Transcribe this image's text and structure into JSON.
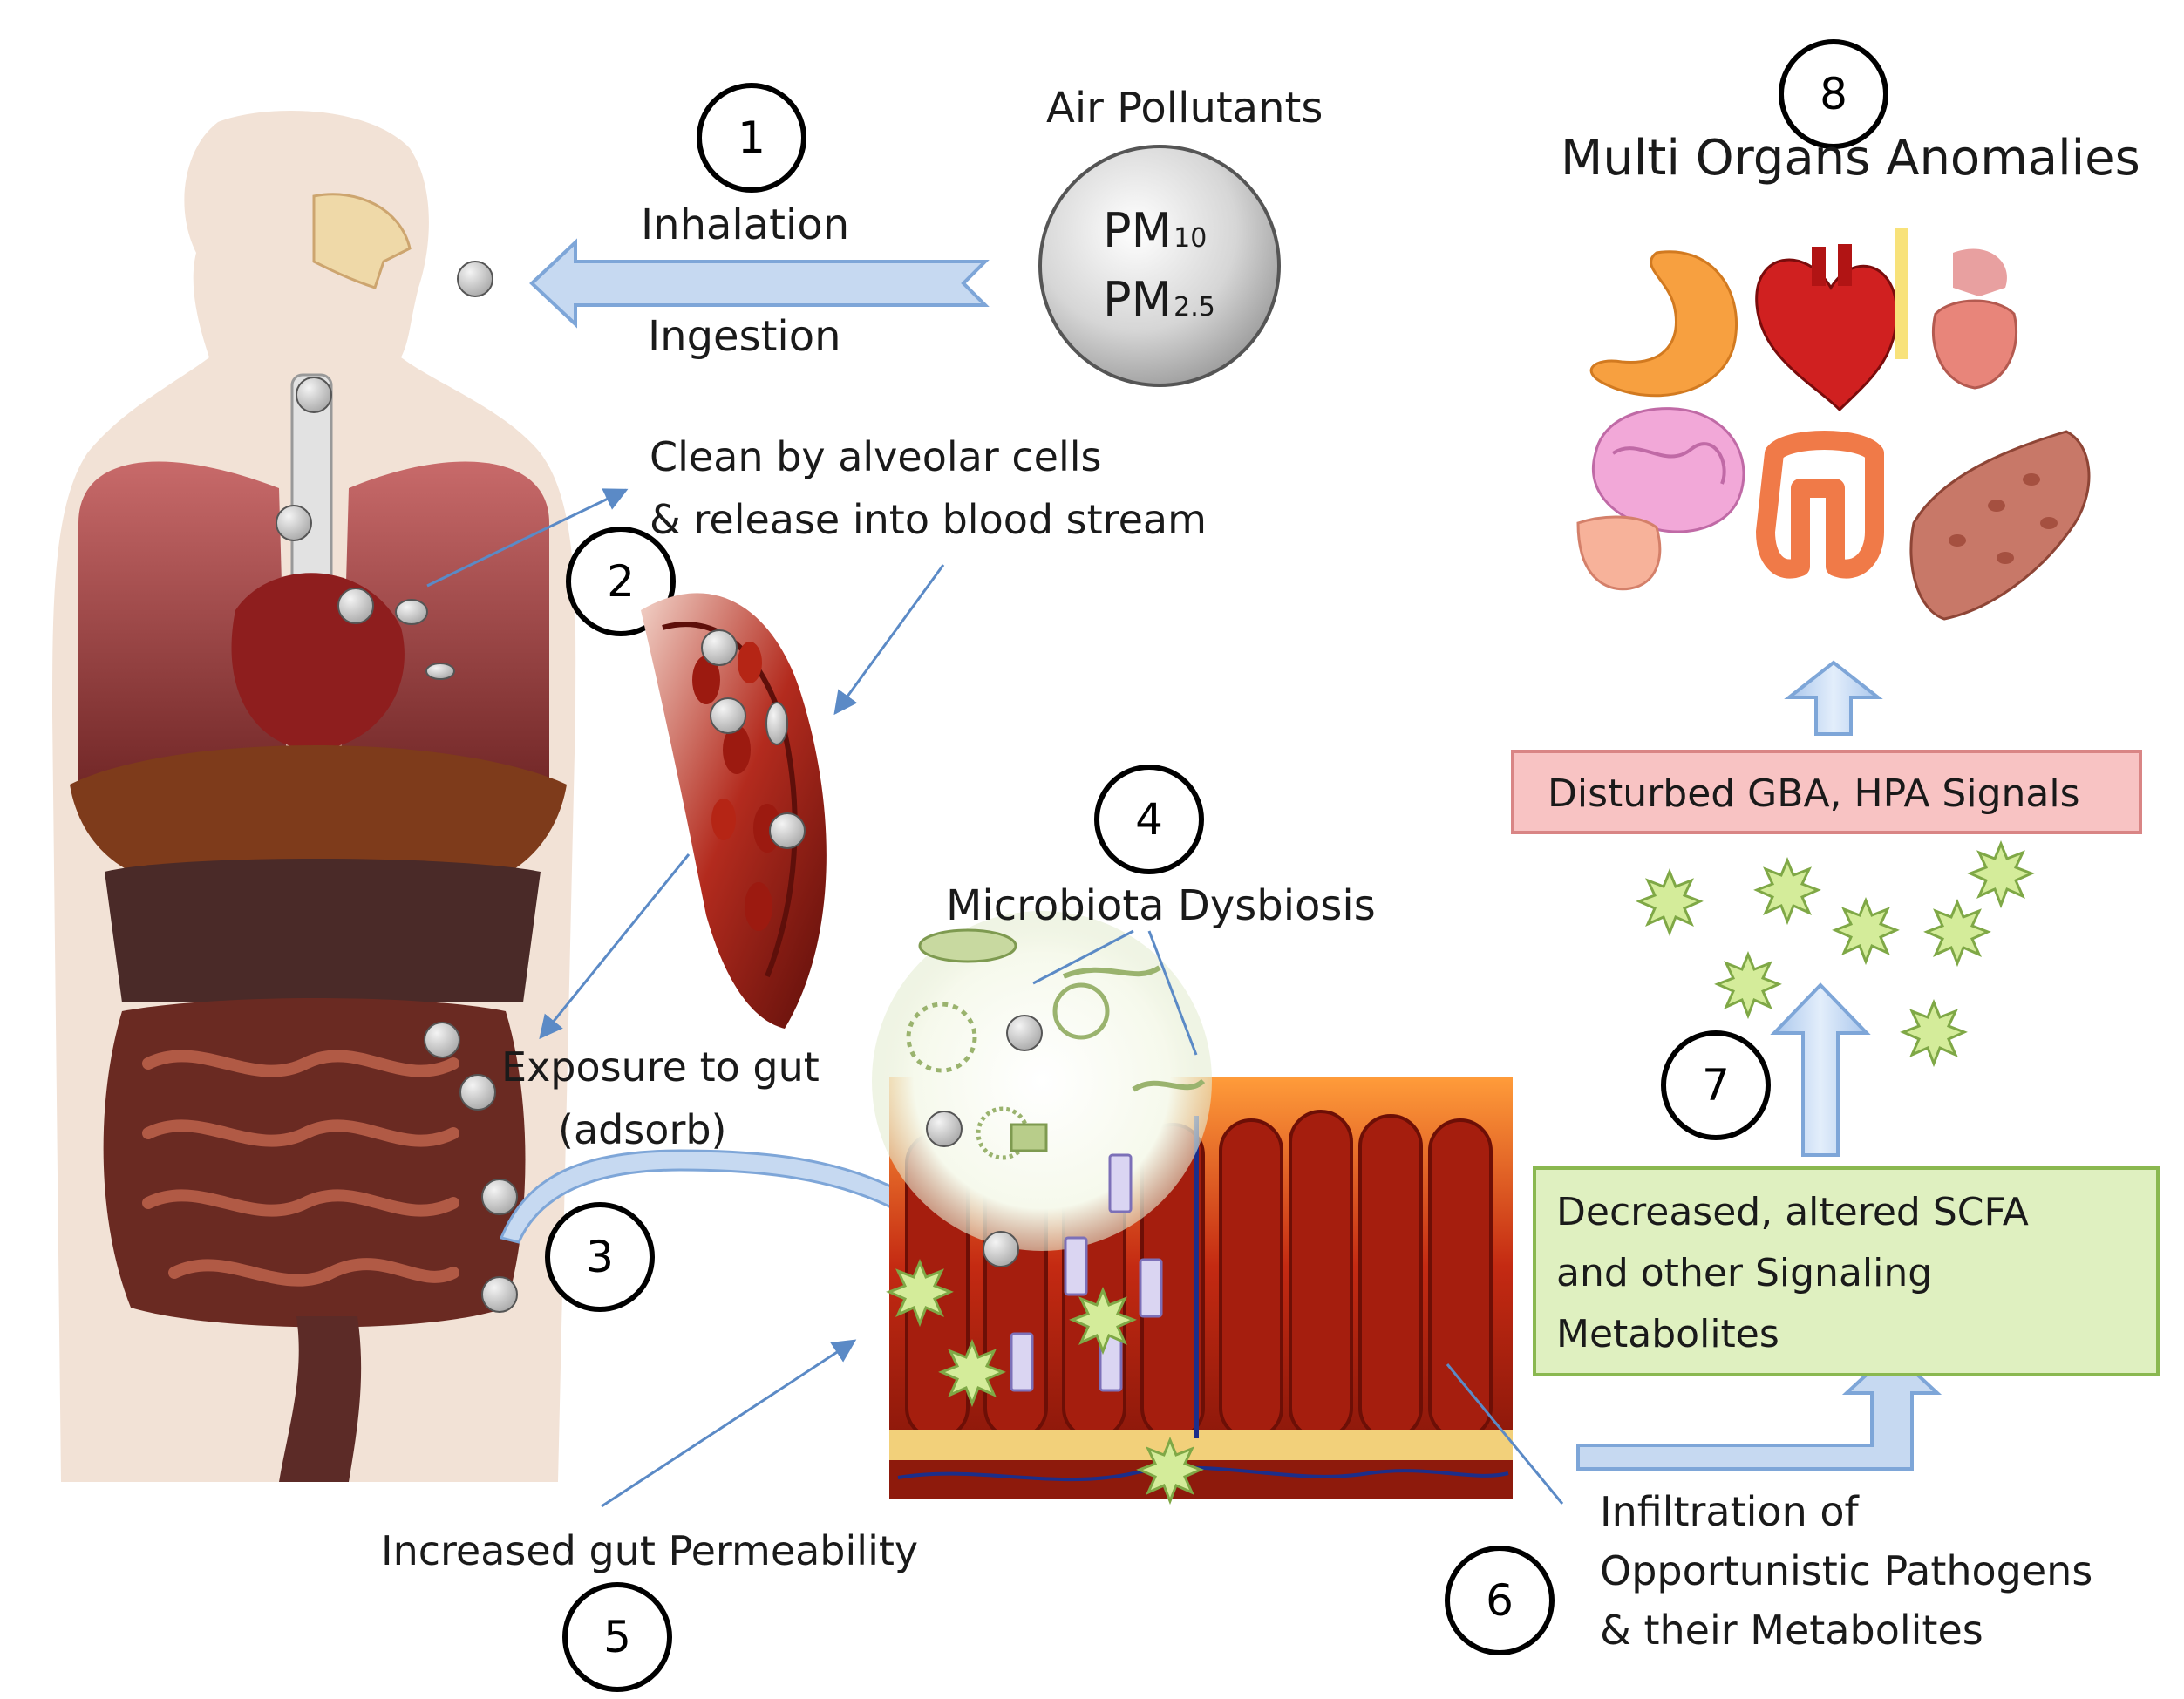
{
  "steps": {
    "s1": "1",
    "s2": "2",
    "s3": "3",
    "s4": "4",
    "s5": "5",
    "s6": "6",
    "s7": "7",
    "s8": "8"
  },
  "labels": {
    "air_pollutants": "Air Pollutants",
    "pm10_prefix": "PM",
    "pm10_sub": "10",
    "pm25_prefix": "PM",
    "pm25_sub": "2.5",
    "inhalation": "Inhalation",
    "ingestion": "Ingestion",
    "clean_line1": "Clean by alveolar cells",
    "clean_line2": "& release  into blood stream",
    "microbiota": "Microbiota Dysbiosis",
    "exposure_line1": "Exposure to gut",
    "exposure_line2": "(adsorb)",
    "permeability": "Increased  gut Permeability",
    "infiltration_line1": "Infiltration of",
    "infiltration_line2": "Opportunistic  Pathogens",
    "infiltration_line3": "& their Metabolites",
    "scfa_line1": "Decreased, altered  SCFA",
    "scfa_line2": "and other Signaling",
    "scfa_line3": "Metabolites",
    "gba": "Disturbed GBA, HPA Signals",
    "multi_organs": "Multi Organs Anomalies"
  },
  "colors": {
    "arrow_fill": "#c6d9f1",
    "arrow_stroke": "#7ea6d8",
    "gba_fill": "#f8c3c3",
    "gba_stroke": "#d98585",
    "scfa_fill": "#dff0c0",
    "scfa_stroke": "#8ab850",
    "tissue": "#9e1b1b",
    "particle": "#cfcfcf"
  }
}
